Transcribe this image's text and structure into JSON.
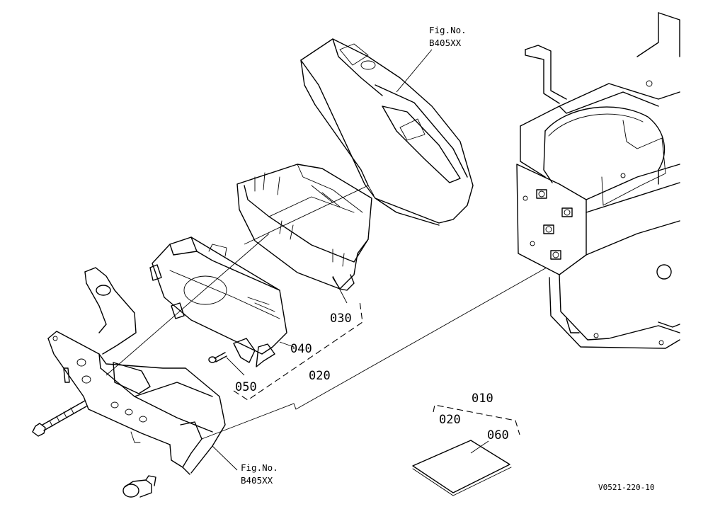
{
  "figure_refs": [
    {
      "line1": "Fig.No.",
      "line2": "B405XX"
    },
    {
      "line1": "Fig.No.",
      "line2": "B405XX"
    }
  ],
  "part_labels": {
    "p010": "010",
    "p020_upper": "020",
    "p020_lower": "020",
    "p030": "030",
    "p040": "040",
    "p050": "050",
    "p060": "060"
  },
  "drawing_code": "V0521-220-10"
}
